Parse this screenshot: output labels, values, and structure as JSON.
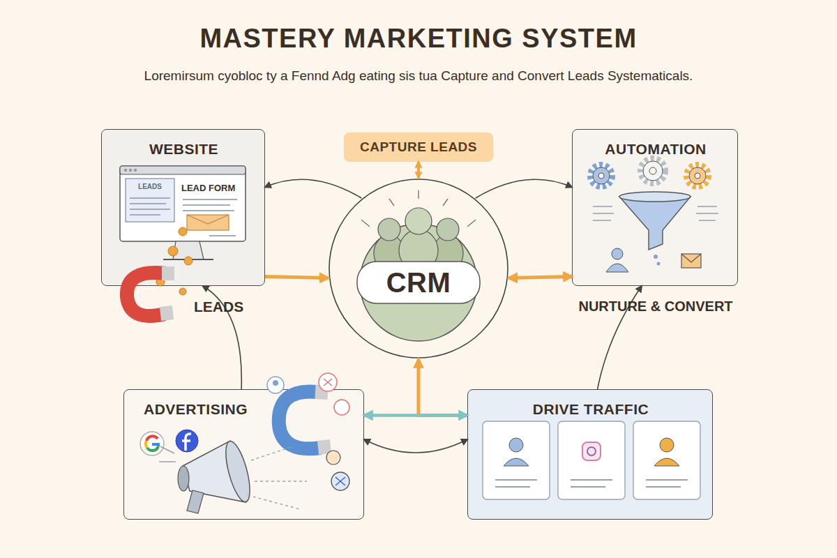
{
  "diagram": {
    "title": "MASTERY MARKETING SYSTEM",
    "caption": "Loremirsum cyobloc ty a Fennd Adg eating sis tua Capture and Convert Leads Systematicals.",
    "nodes": [
      {
        "text": [
          "WEBSITE"
        ]
      },
      {
        "text": [
          "CAPTURE LEADS"
        ]
      },
      {
        "text": [
          "AUTOMATION"
        ]
      },
      {
        "text": [
          "CRM"
        ]
      },
      {
        "text": [
          "ADVERTISING"
        ]
      },
      {
        "text": [
          "DRIVE TRAFFIC"
        ]
      }
    ],
    "edges": [
      {
        "from": 3,
        "to": 0,
        "arrow": "to"
      },
      {
        "from": 0,
        "to": 3,
        "arrow": "to"
      },
      {
        "from": 1,
        "to": 3,
        "arrow": "both"
      },
      {
        "from": 3,
        "to": 2,
        "arrow": "to"
      },
      {
        "from": 3,
        "to": 2,
        "arrow": "both"
      },
      {
        "from": 4,
        "to": 5,
        "arrow": "both"
      },
      {
        "from": 5,
        "to": 3,
        "arrow": "to"
      },
      {
        "from": 4,
        "to": 0,
        "arrow": "to"
      },
      {
        "from": 5,
        "to": 2,
        "arrow": "to"
      },
      {
        "from": 4,
        "to": 5,
        "arrow": "both"
      }
    ],
    "labels": [
      "LEADS",
      "LEAD FORM",
      "LEADS",
      "NURTURE & CONVERT"
    ]
  }
}
